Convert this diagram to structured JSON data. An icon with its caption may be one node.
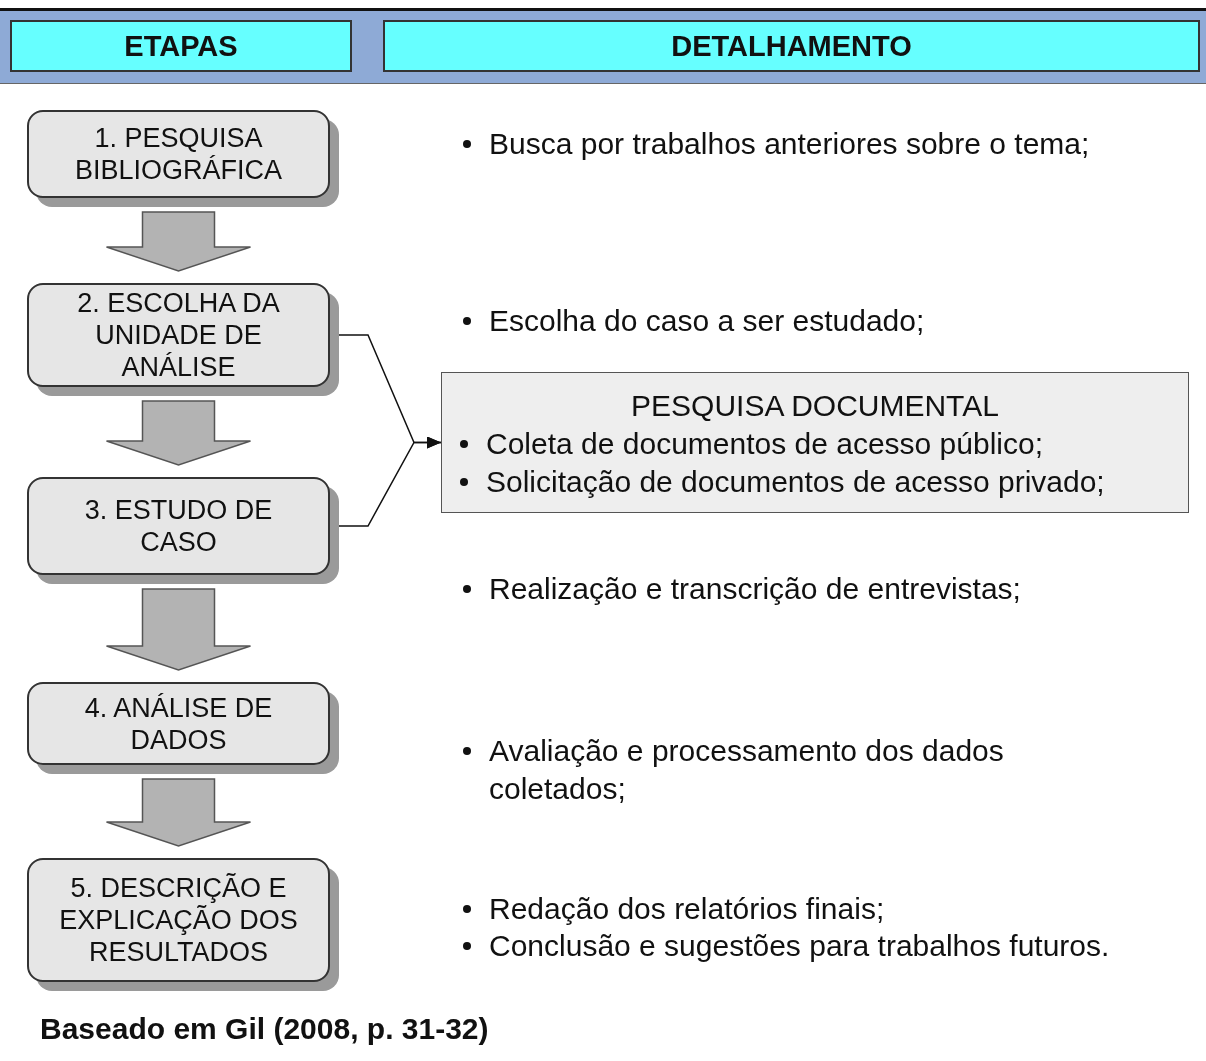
{
  "diagram": {
    "nodes": [
      {
        "text": [
          "ETAPAS"
        ]
      },
      {
        "text": [
          "DETALHAMENTO"
        ]
      },
      {
        "text": [
          "1. PESQUISA BIBLIOGRÁFICA"
        ]
      },
      {
        "text": [
          "2. ESCOLHA DA UNIDADE DE ANÁLISE"
        ]
      },
      {
        "text": [
          "PESQUISA DOCUMENTAL",
          "Coleta de documentos de acesso público;",
          "Solicitação de documentos de acesso privado;"
        ]
      },
      {
        "text": [
          "3. ESTUDO DE CASO"
        ]
      },
      {
        "text": [
          "4. ANÁLISE DE DADOS"
        ]
      },
      {
        "text": [
          "5. DESCRIÇÃO E EXPLICAÇÃO DOS RESULTADOS"
        ]
      }
    ],
    "edges": [
      {
        "from": 2,
        "to": 3,
        "arrow": "to",
        "style": "thick"
      },
      {
        "from": 3,
        "to": 4,
        "arrow": "to",
        "color": "#111111"
      },
      {
        "from": 5,
        "to": 4,
        "arrow": "to",
        "color": "#111111"
      },
      {
        "from": 3,
        "to": 5,
        "arrow": "to",
        "style": "thick"
      },
      {
        "from": 5,
        "to": 6,
        "arrow": "to",
        "style": "thick"
      },
      {
        "from": 6,
        "to": 7,
        "arrow": "to",
        "style": "thick"
      }
    ],
    "labels": [
      "Busca por trabalhos anteriores sobre o tema;",
      "Escolha do caso a ser estudado;",
      "Realização e transcrição de entrevistas;",
      "Avaliação e processamento dos dados coletados;",
      "Redação dos relatórios finais;",
      "Conclusão e sugestões para trabalhos futuros."
    ],
    "caption": "Baseado em Gil (2008, p. 31-32)"
  }
}
